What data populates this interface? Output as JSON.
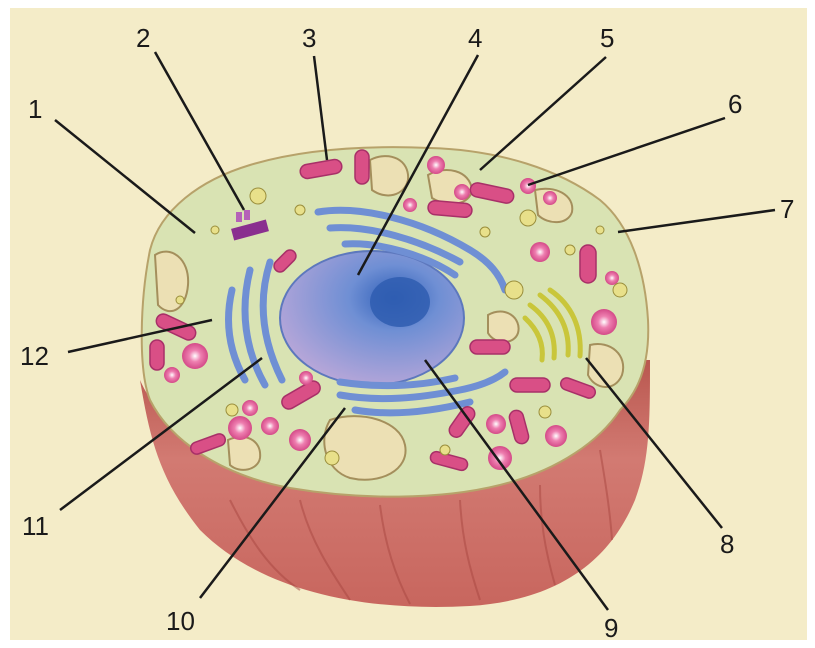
{
  "diagram": {
    "colors": {
      "background": "#f4ecc8",
      "membrane": "#c9655e",
      "cytoplasm": "#d9e3b3",
      "nucleus": "#8aa3d6",
      "er": "#6f8fd4",
      "mitochondria": "#d94f86",
      "golgi": "#c9c63a"
    },
    "labels": [
      "1",
      "2",
      "3",
      "4",
      "5",
      "6",
      "7",
      "8",
      "9",
      "10",
      "11",
      "12"
    ]
  }
}
